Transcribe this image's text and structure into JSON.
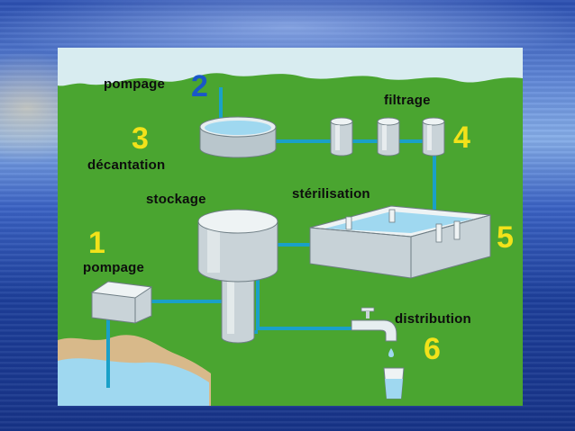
{
  "colors": {
    "grass": "#4aa530",
    "sky": "#d8ecf0",
    "pipe": "#1aa0c8",
    "water": "#9fd8f0",
    "step_number": "#f2e21a",
    "step_number_top": "#1a57c8",
    "label_text": "#0d0d0d"
  },
  "steps": [
    {
      "number": "1",
      "label": "pompage"
    },
    {
      "number": "2",
      "label": "pompage"
    },
    {
      "number": "3",
      "label": "décantation"
    },
    {
      "number": "4",
      "label": "filtrage"
    },
    {
      "number": "5",
      "label": "stérilisation"
    },
    {
      "number": "6",
      "label": "distribution"
    }
  ],
  "storage_label": "stockage",
  "icons": [
    "reservoir-icon",
    "decantation-basin-icon",
    "filter-cylinder-icon",
    "sterilisation-tank-icon",
    "water-tower-icon",
    "pump-house-icon",
    "tap-icon",
    "glass-icon",
    "water-drop-icon",
    "river-icon"
  ]
}
